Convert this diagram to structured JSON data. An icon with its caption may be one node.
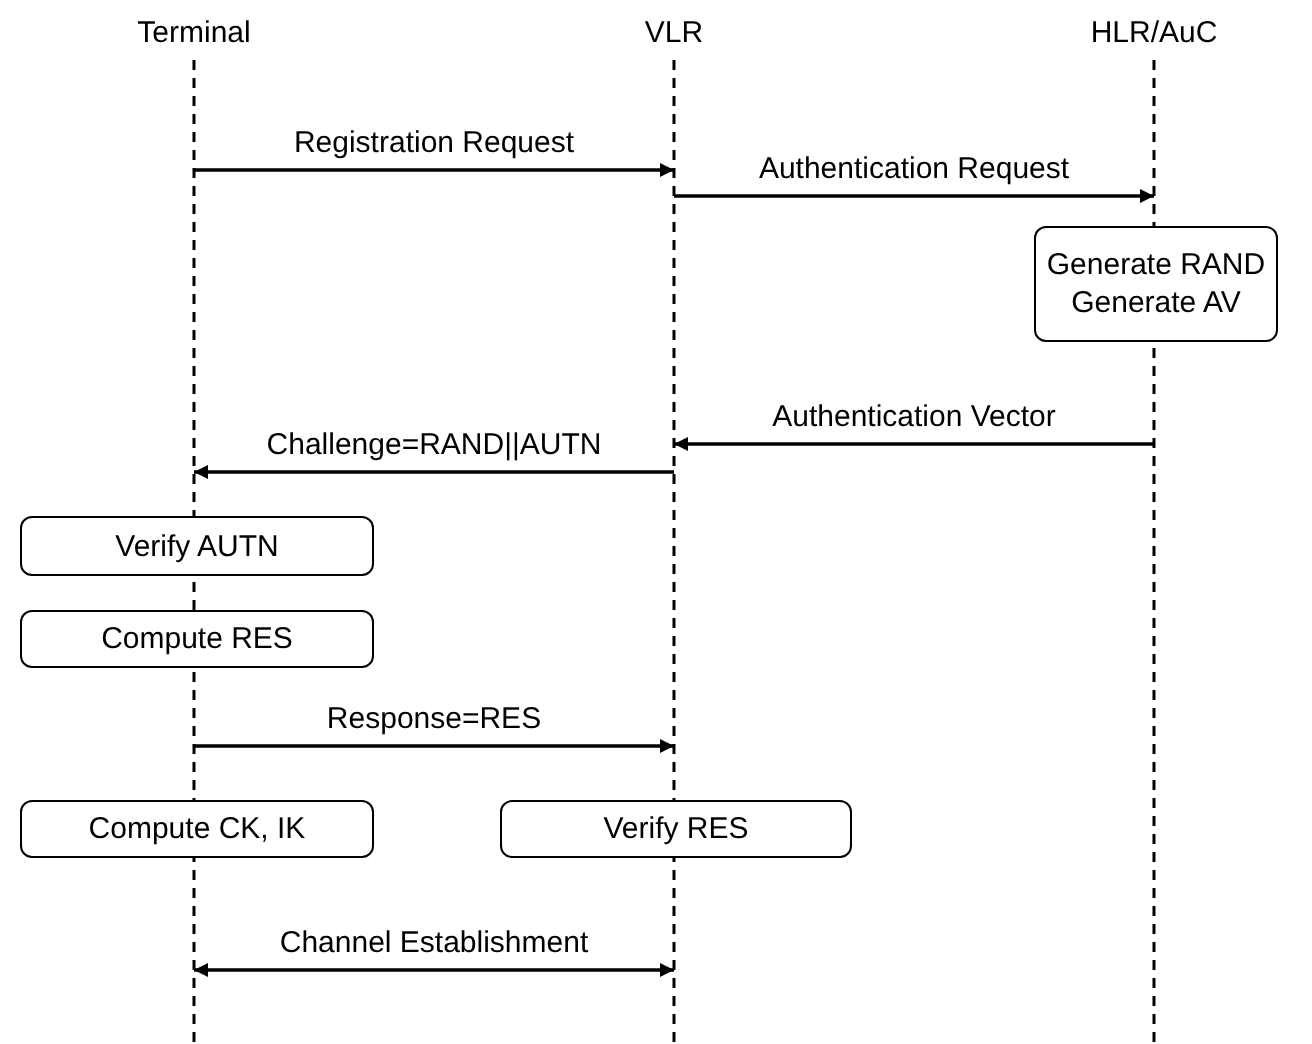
{
  "diagram": {
    "nodes": [
      {
        "text": [
          "Terminal"
        ]
      },
      {
        "text": [
          "VLR"
        ]
      },
      {
        "text": [
          "HLR/AuC"
        ]
      },
      {
        "text": [
          "Generate RAND",
          "Generate AV"
        ]
      },
      {
        "text": [
          "Verify AUTN"
        ]
      },
      {
        "text": [
          "Compute RES"
        ]
      },
      {
        "text": [
          "Compute CK, IK"
        ]
      },
      {
        "text": [
          "Verify RES"
        ]
      }
    ],
    "edges": [
      {
        "from": 0,
        "to": 1,
        "arrow": "to",
        "label": "Registration Request"
      },
      {
        "from": 1,
        "to": 2,
        "arrow": "to",
        "label": "Authentication Request"
      },
      {
        "from": 2,
        "to": 1,
        "arrow": "to",
        "label": "Authentication Vector"
      },
      {
        "from": 1,
        "to": 0,
        "arrow": "to",
        "label": "Challenge=RAND||AUTN"
      },
      {
        "from": 0,
        "to": 1,
        "arrow": "to",
        "label": "Response=RES"
      },
      {
        "from": 0,
        "to": 1,
        "arrow": "both",
        "label": "Channel Establishment"
      }
    ]
  }
}
